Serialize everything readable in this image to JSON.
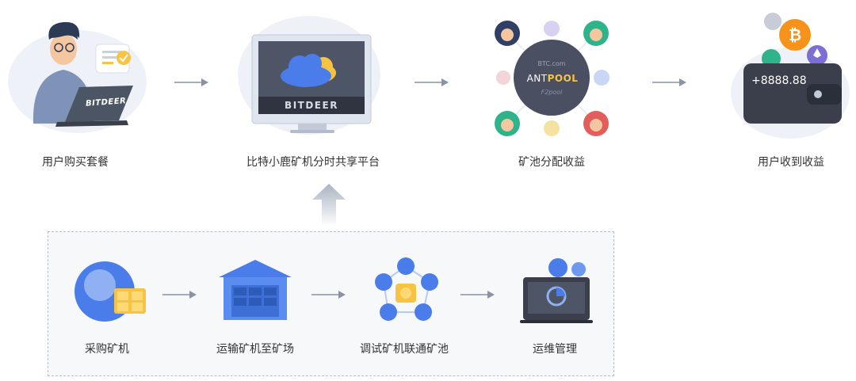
{
  "top_steps": [
    {
      "label": "用户购买套餐",
      "laptop_brand": "BITDEER"
    },
    {
      "label": "比特小鹿矿机分时共享平台",
      "monitor_brand": "BITDEER"
    },
    {
      "label": "矿池分配收益",
      "pool_names": [
        "BTC.com",
        "ANTPOOL",
        "F2pool"
      ],
      "antpool_prefix": "ANT",
      "antpool_suffix": "POOL"
    },
    {
      "label": "用户收到收益",
      "wallet_amount": "+8888.88",
      "coin_icons": [
        "litecoin-icon",
        "bitcoin-icon",
        "ethereum-icon",
        "dash-icon"
      ]
    }
  ],
  "bottom_steps": [
    {
      "label": "采购矿机"
    },
    {
      "label": "运输矿机至矿场"
    },
    {
      "label": "调试矿机联通矿池"
    },
    {
      "label": "运维管理"
    }
  ],
  "colors": {
    "primary_blue": "#4a7de9",
    "accent_yellow": "#f6c343",
    "arrow_gray": "#8a93a3",
    "dark_panel": "#3a3f4b",
    "bitcoin_orange": "#f7931a"
  }
}
